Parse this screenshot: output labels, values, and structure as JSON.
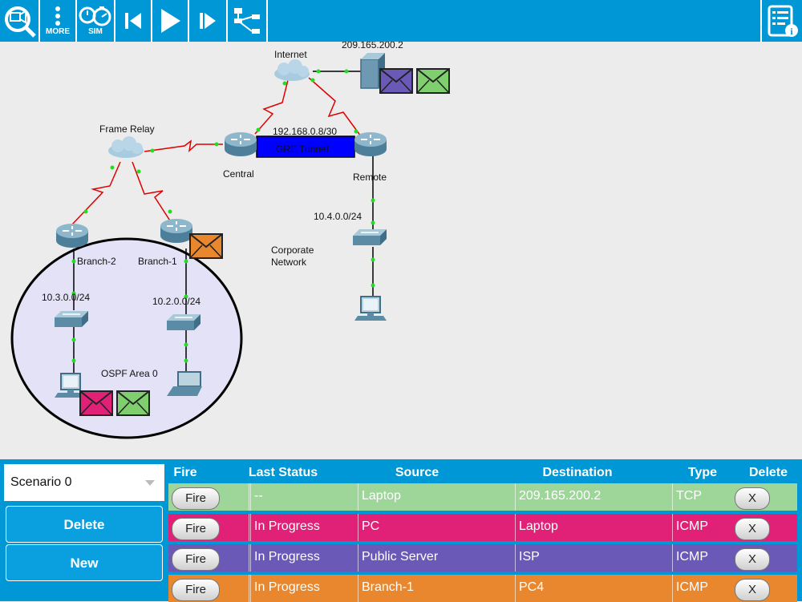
{
  "toolbar": {
    "more_label": "MORE",
    "sim_label": "SIM"
  },
  "topology": {
    "labels": {
      "internet": "Internet",
      "server_ip": "209.165.200.2",
      "frame_relay": "Frame Relay",
      "tunnel_net": "192.168.0.8/30",
      "gre_tunnel": "GRE Tunnel",
      "central": "Central",
      "remote": "Remote",
      "remote_lan": "10.4.0.0/24",
      "corp_line1": "Corporate",
      "corp_line2": "Network",
      "branch2": "Branch-2",
      "branch1": "Branch-1",
      "branch2_lan": "10.3.0.0/24",
      "branch1_lan": "10.2.0.0/24",
      "ospf": "OSPF Area 0"
    }
  },
  "colors": {
    "toolbar": "#0097d6",
    "tcp": "#9ed69a",
    "icmp_pink": "#e02177",
    "icmp_purple": "#6a59b7",
    "icmp_orange": "#e8872d",
    "link": "#e00000",
    "tunnel": "#0000ff"
  },
  "scenario": {
    "selected": "Scenario 0",
    "delete_label": "Delete",
    "new_label": "New"
  },
  "pdu_table": {
    "headers": [
      "Fire",
      "Last Status",
      "Source",
      "Destination",
      "Type",
      "Delete"
    ],
    "rows": [
      {
        "fire": "Fire",
        "status": "--",
        "source": "Laptop",
        "destination": "209.165.200.2",
        "type": "TCP",
        "delete": "X",
        "color": "#9ed69a"
      },
      {
        "fire": "Fire",
        "status": "In Progress",
        "source": "PC",
        "destination": "Laptop",
        "type": "ICMP",
        "delete": "X",
        "color": "#e02177"
      },
      {
        "fire": "Fire",
        "status": "In Progress",
        "source": "Public Server",
        "destination": "ISP",
        "type": "ICMP",
        "delete": "X",
        "color": "#6a59b7"
      },
      {
        "fire": "Fire",
        "status": "In Progress",
        "source": "Branch-1",
        "destination": "PC4",
        "type": "ICMP",
        "delete": "X",
        "color": "#e8872d"
      }
    ]
  }
}
